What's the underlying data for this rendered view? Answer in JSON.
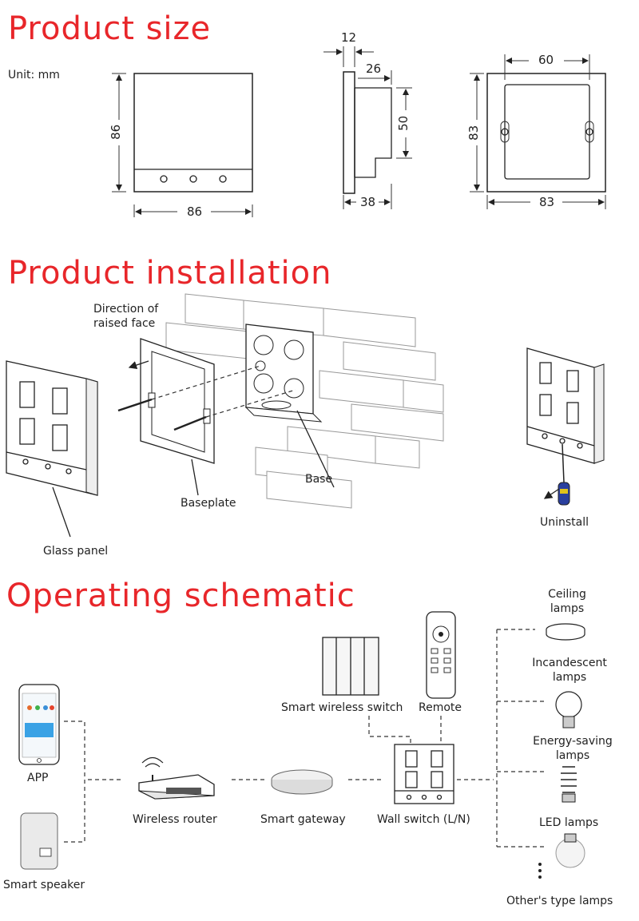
{
  "sections": {
    "size": "Product size",
    "install": "Product installation",
    "schematic": "Operating schematic"
  },
  "size": {
    "unit": "Unit: mm",
    "front_height": "86",
    "front_width": "86",
    "side_top": "12",
    "side_depth": "26",
    "side_height": "50",
    "side_bottom": "38",
    "back_top": "60",
    "back_height": "83",
    "back_width": "83"
  },
  "install": {
    "direction": "Direction of\nraised face",
    "base": "Base",
    "baseplate": "Baseplate",
    "glass_panel": "Glass panel",
    "uninstall": "Uninstall"
  },
  "schematic": {
    "app": "APP",
    "smart_speaker": "Smart speaker",
    "router": "Wireless router",
    "gateway": "Smart gateway",
    "wall_switch": "Wall switch (L/N)",
    "wireless_switch": "Smart wireless switch",
    "remote": "Remote",
    "ceiling": "Ceiling\nlamps",
    "incandescent": "Incandescent\nlamps",
    "energy_saving": "Energy-saving\nlamps",
    "led": "LED lamps",
    "others": "Other's type lamps"
  }
}
